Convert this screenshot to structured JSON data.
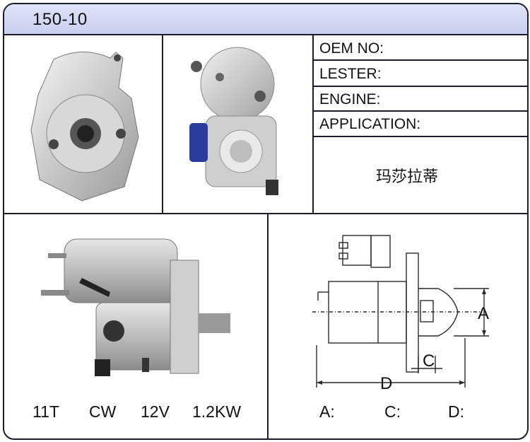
{
  "header": {
    "part_number": "150-10"
  },
  "info_table": [
    {
      "label": "OEM NO:"
    },
    {
      "label": "LESTER:"
    },
    {
      "label": "ENGINE:"
    },
    {
      "label": "APPLICATION:"
    }
  ],
  "application_value": "玛莎拉蒂",
  "specs": {
    "teeth": "11T",
    "rotation": "CW",
    "voltage": "12V",
    "power": "1.2KW"
  },
  "dimension_labels": {
    "a": "A:",
    "c": "C:",
    "d": "D:"
  },
  "drawing_letters": {
    "a": "A",
    "c": "C",
    "d": "D"
  },
  "colors": {
    "header_bg": "#cfd4f1",
    "border": "#1c1c2c",
    "connector_blue": "#2a3d9c"
  }
}
